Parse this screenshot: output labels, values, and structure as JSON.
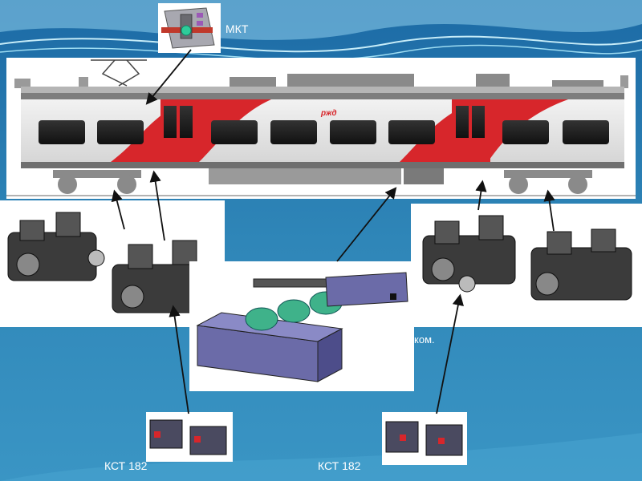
{
  "labels": {
    "mkt": "МКТ",
    "kst_left": "КСТ 182",
    "kst_right": "КСТ 182",
    "partial_text": "ком."
  },
  "train": {
    "logo": "ржд"
  },
  "colors": {
    "background": "#2f86b8",
    "train_red": "#d7262b",
    "train_body": "#e4e4e4",
    "panel": "#ffffff"
  }
}
